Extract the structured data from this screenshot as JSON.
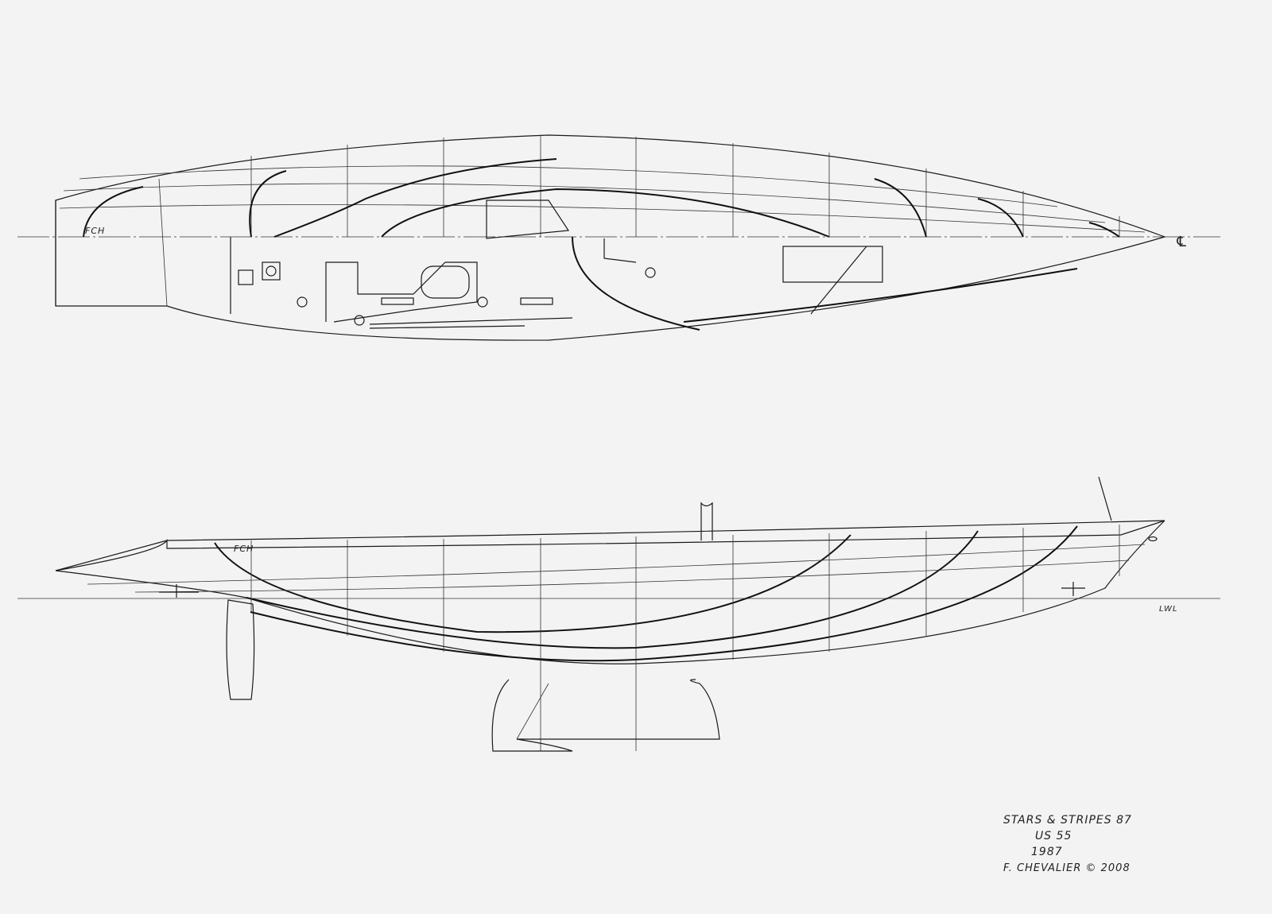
{
  "title_block": {
    "boat_name": "STARS & STRIPES 87",
    "sail_number": "US 55",
    "year": "1987",
    "credit": "F. CHEVALIER © 2008"
  },
  "labels": {
    "deck_plan_initials": "FCH",
    "profile_initials": "FCH",
    "centerline_symbol": "℄",
    "waterline": "LWL"
  },
  "colors": {
    "paper": "#f3f3f3",
    "ink": "#1a1a1a"
  }
}
